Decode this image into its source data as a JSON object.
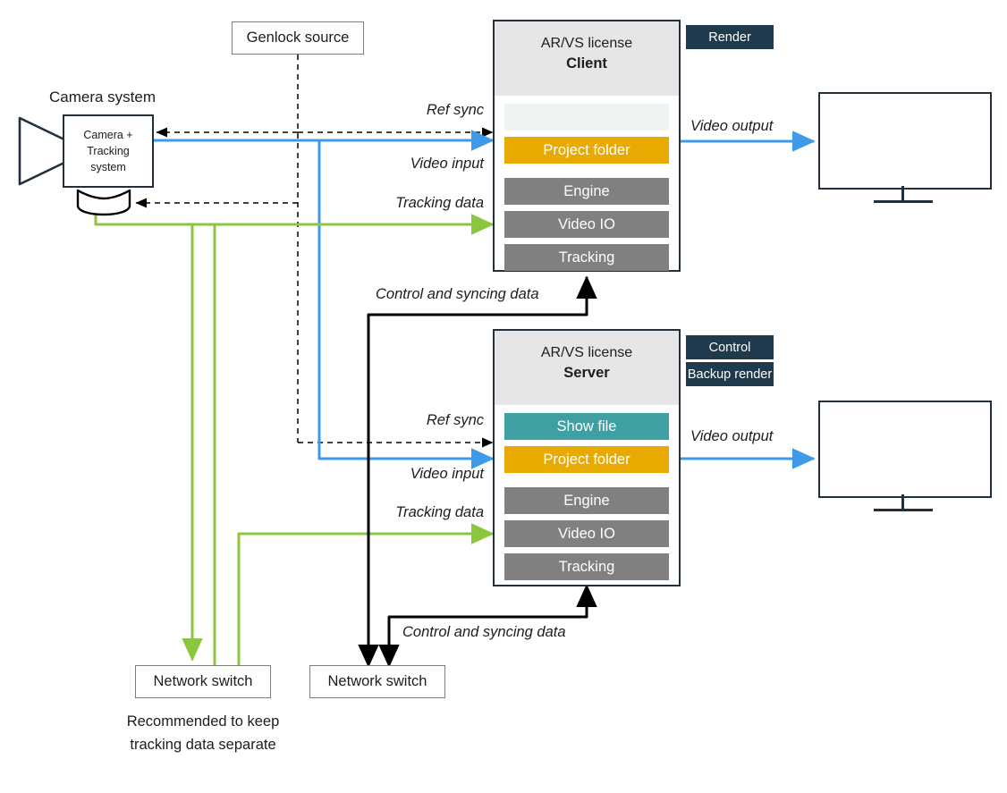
{
  "diagram": {
    "title": "AR/VS client-server video and tracking topology",
    "colors": {
      "video_blue": "#3d9ae8",
      "tracking_green": "#8cc63f",
      "sync_black": "#000000",
      "badge_navy": "#1f3a4d",
      "slot_amber": "#e8a900",
      "slot_teal": "#3fa0a3",
      "slot_grey": "#808080",
      "slot_empty": "#eef3f4",
      "panel_header": "#e6e6e6",
      "panel_border": "#22303d",
      "box_border": "#7d7d7d"
    }
  },
  "camera": {
    "heading": "Camera system",
    "body_line1": "Camera +",
    "body_line2": "Tracking",
    "body_line3": "system"
  },
  "genlock": {
    "label": "Genlock source"
  },
  "client": {
    "license_label": "AR/VS license",
    "role": "Client",
    "slots": [
      {
        "label": "",
        "style": "empty"
      },
      {
        "label": "Project folder",
        "style": "amber"
      },
      {
        "label": "Engine",
        "style": "grey"
      },
      {
        "label": "Video IO",
        "style": "grey"
      },
      {
        "label": "Tracking",
        "style": "grey"
      }
    ],
    "badges": [
      {
        "label": "Render"
      }
    ]
  },
  "server": {
    "license_label": "AR/VS license",
    "role": "Server",
    "slots": [
      {
        "label": "Show file",
        "style": "teal"
      },
      {
        "label": "Project folder",
        "style": "amber"
      },
      {
        "label": "Engine",
        "style": "grey"
      },
      {
        "label": "Video IO",
        "style": "grey"
      },
      {
        "label": "Tracking",
        "style": "grey"
      }
    ],
    "badges": [
      {
        "label": "Control"
      },
      {
        "label": "Backup render"
      }
    ]
  },
  "connections": {
    "client_ref_sync": "Ref sync",
    "client_video_input": "Video input",
    "client_tracking_data": "Tracking data",
    "client_video_output": "Video output",
    "client_control_sync": "Control and syncing data",
    "server_ref_sync": "Ref sync",
    "server_video_input": "Video input",
    "server_tracking_data": "Tracking data",
    "server_video_output": "Video output",
    "server_control_sync": "Control and syncing data"
  },
  "switches": {
    "tracking_switch": "Network switch",
    "control_switch": "Network switch",
    "note_line1": "Recommended to keep",
    "note_line2": "tracking data separate"
  }
}
